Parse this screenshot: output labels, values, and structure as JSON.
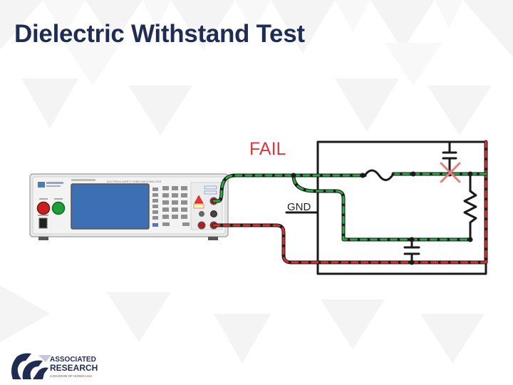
{
  "slide": {
    "title": "Dielectric Withstand Test"
  },
  "diagram": {
    "status_label": "FAIL",
    "ground_label": "GND",
    "colors": {
      "status": "#e0353b",
      "green_wire": "#2aa845",
      "red_wire": "#d8322f",
      "black_wire": "#1a1a1a",
      "title": "#1f2d55",
      "screen": "#3d6fb4"
    }
  },
  "instrument": {
    "model_text": "ELECTRICAL SAFETY COMPLIANCE ANALYZER"
  },
  "logo": {
    "line1": "ASSOCIATED",
    "line2": "RESEARCH",
    "tagline": "A DIVISION OF IKONIX USA"
  }
}
